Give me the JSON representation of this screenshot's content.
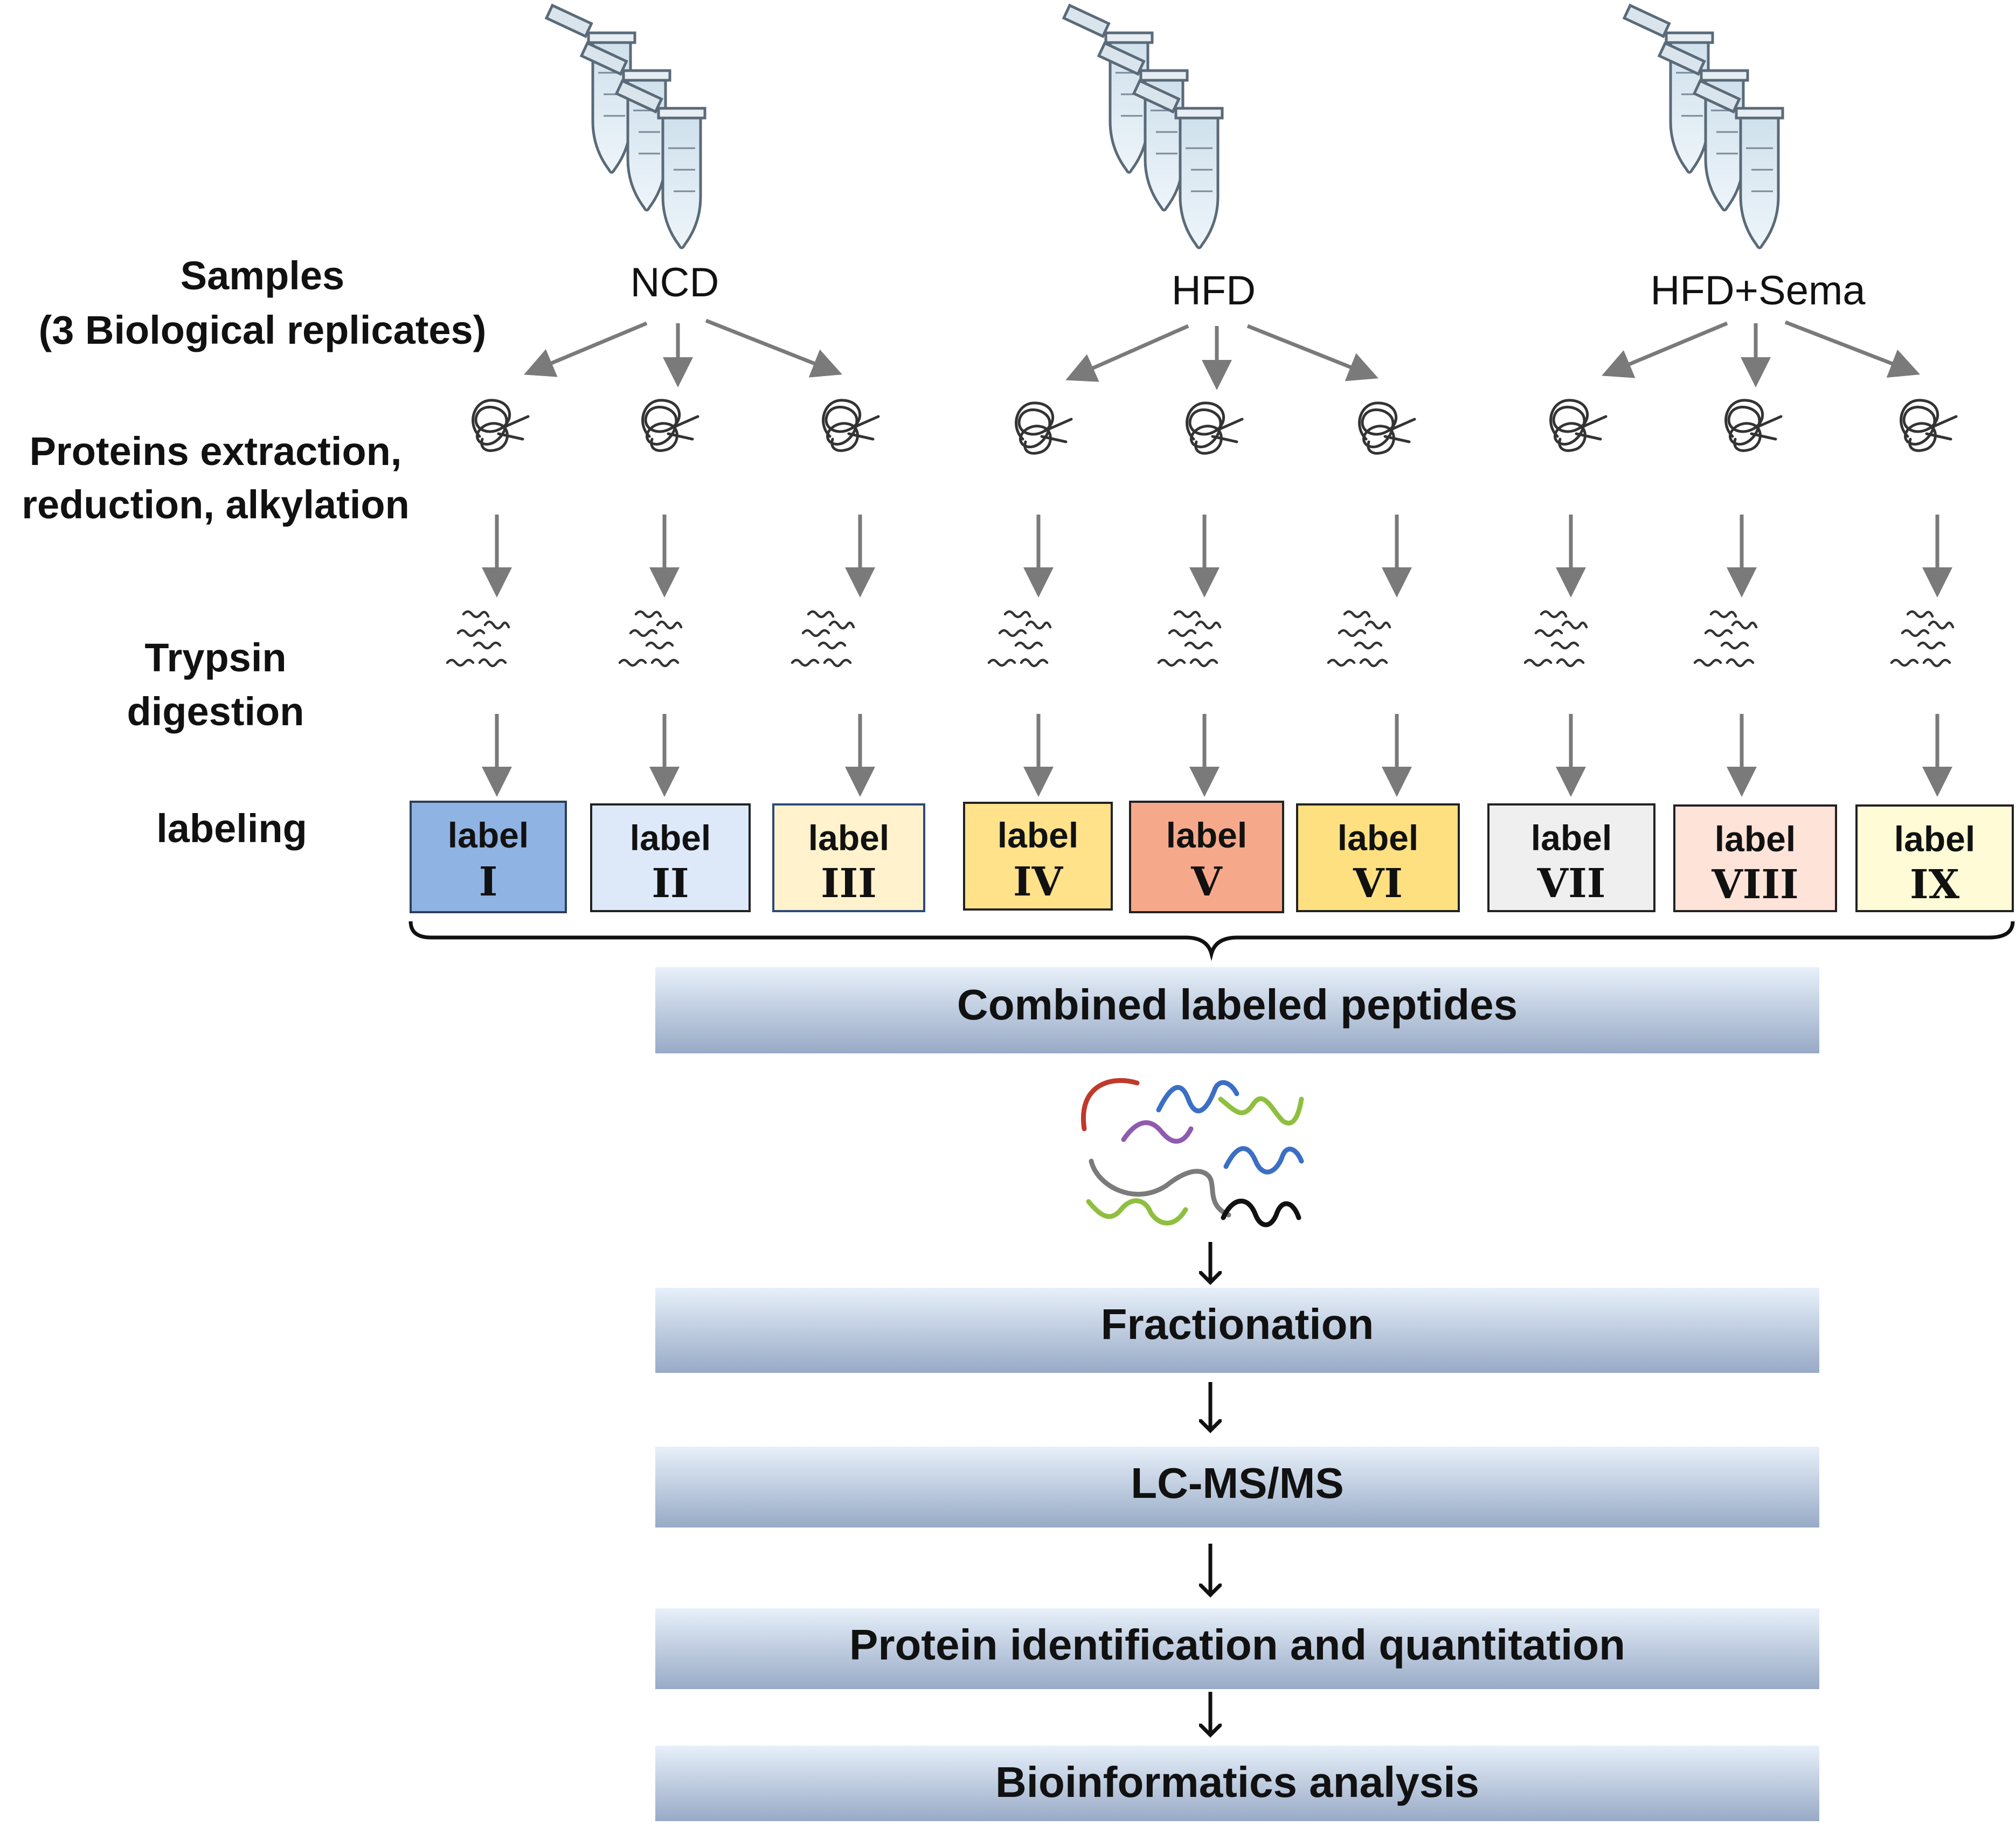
{
  "row_labels": {
    "samples_line1": "Samples",
    "samples_line2": "(3 Biological replicates)",
    "proteins_line1": "Proteins extraction,",
    "proteins_line2": "reduction, alkylation",
    "trypsin_line1": "Trypsin",
    "trypsin_line2": "digestion",
    "labeling": "labeling"
  },
  "groups": [
    {
      "name": "NCD"
    },
    {
      "name": "HFD"
    },
    {
      "name": "HFD+Sema"
    }
  ],
  "labels": [
    {
      "word": "label",
      "numeral": "I",
      "color": "#8fb3e3"
    },
    {
      "word": "label",
      "numeral": "II",
      "color": "#dde9f8"
    },
    {
      "word": "label",
      "numeral": "III",
      "color": "#fff2cc"
    },
    {
      "word": "label",
      "numeral": "IV",
      "color": "#ffe28a"
    },
    {
      "word": "label",
      "numeral": "V",
      "color": "#f6a98a"
    },
    {
      "word": "label",
      "numeral": "VI",
      "color": "#ffe080"
    },
    {
      "word": "label",
      "numeral": "VII",
      "color": "#efefef"
    },
    {
      "word": "label",
      "numeral": "VIII",
      "color": "#fde3d8"
    },
    {
      "word": "label",
      "numeral": "IX",
      "color": "#fffbd6"
    }
  ],
  "steps": [
    "Combined labeled peptides",
    "Fractionation",
    "LC-MS/MS",
    "Protein identification and quantitation",
    "Bioinformatics analysis"
  ],
  "colors": {
    "step_box_top": "#e7f0fa",
    "step_box_bottom": "#98aac6",
    "flow_arrow_gray": "#7a7a7a",
    "peptide_colors": [
      "#c0392b",
      "#3a6fc4",
      "#8fbf3f",
      "#8e5bb0",
      "#7b7b7b",
      "#111111"
    ]
  },
  "icons": [
    "tube-icon",
    "protein-coil-icon",
    "peptide-fragments-icon",
    "colored-peptides-icon",
    "curly-brace-icon"
  ]
}
